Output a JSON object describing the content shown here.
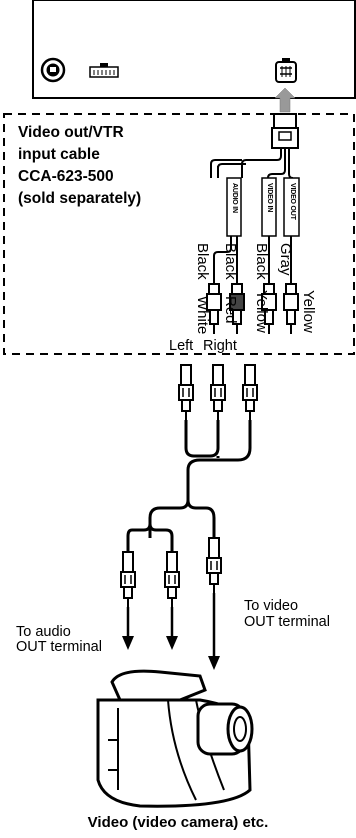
{
  "cable": {
    "title_lines": [
      "Video out/VTR",
      "input cable",
      "CCA-623-500",
      "(sold separately)"
    ],
    "plug_labels": {
      "audio_in": "AUDIO IN",
      "video_in": "VIDEO IN",
      "video_out": "VIDEO OUT"
    },
    "wire_colors": {
      "audio_left_outer": "Black",
      "audio_left_inner": "White",
      "audio_right_outer": "Black",
      "audio_right_inner": "Red",
      "video_in_outer": "Black",
      "video_in_inner": "Yellow",
      "video_out_outer": "Gray",
      "video_out_inner": "Yellow"
    },
    "left_label": "Left",
    "right_label": "Right"
  },
  "terminals": {
    "audio_line1": "To audio",
    "audio_line2": "OUT terminal",
    "video_line1": "To video",
    "video_line2": "OUT terminal"
  },
  "caption": "Video (video camera) etc."
}
